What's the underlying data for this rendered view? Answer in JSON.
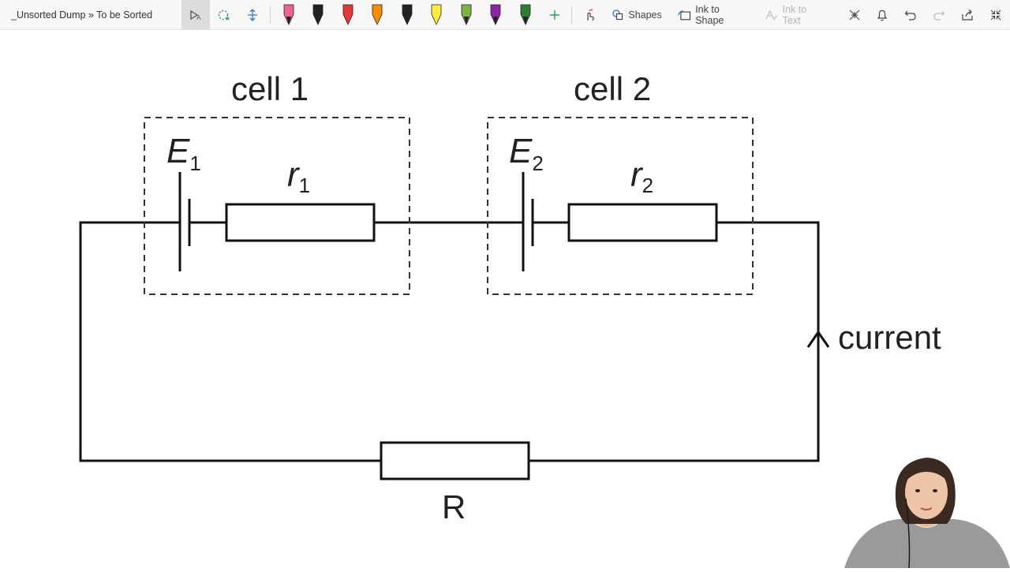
{
  "toolbar": {
    "breadcrumb": "_Unsorted Dump » To be Sorted",
    "tools": [
      {
        "icon": "lasso-select-icon"
      },
      {
        "icon": "eraser-icon"
      },
      {
        "icon": "add-space-icon"
      }
    ],
    "pens": [
      {
        "name": "pen-pink",
        "color": "#f06292",
        "tip": "#222222"
      },
      {
        "name": "pen-black-1",
        "color": "#222222",
        "tip": "#222222"
      },
      {
        "name": "pen-red",
        "color": "#e53935",
        "tip": "#e53935"
      },
      {
        "name": "pen-orange",
        "color": "#fb8c00",
        "tip": "#fb8c00"
      },
      {
        "name": "pen-black-2",
        "color": "#222222",
        "tip": "#222222"
      },
      {
        "name": "highlighter-yellow",
        "color": "#ffeb3b",
        "tip": "#ffeb3b"
      },
      {
        "name": "pen-galaxy",
        "color": "#7cb342",
        "tip": "#222222"
      },
      {
        "name": "pen-purple",
        "color": "#8e24aa",
        "tip": "#222222"
      },
      {
        "name": "pen-green",
        "color": "#2e7d32",
        "tip": "#222222"
      }
    ],
    "add_pen_icon": "plus-icon",
    "touch_draw_icon": "touch-draw-icon",
    "shapes_label": "Shapes",
    "ink_to_shape_label": "Ink to Shape",
    "ink_to_text_label": "Ink to Text",
    "right_icons": [
      "ruler-icon",
      "bell-icon",
      "undo-icon",
      "redo-icon",
      "share-icon",
      "collapse-icon"
    ]
  },
  "diagram": {
    "cell1_label": "cell 1",
    "cell2_label": "cell 2",
    "emf1_symbol": "E",
    "emf1_subscript": "1",
    "r1_symbol": "r",
    "r1_subscript": "1",
    "emf2_symbol": "E",
    "emf2_subscript": "2",
    "r2_symbol": "r",
    "r2_subscript": "2",
    "current_label": "current",
    "external_resistor_label": "R"
  }
}
